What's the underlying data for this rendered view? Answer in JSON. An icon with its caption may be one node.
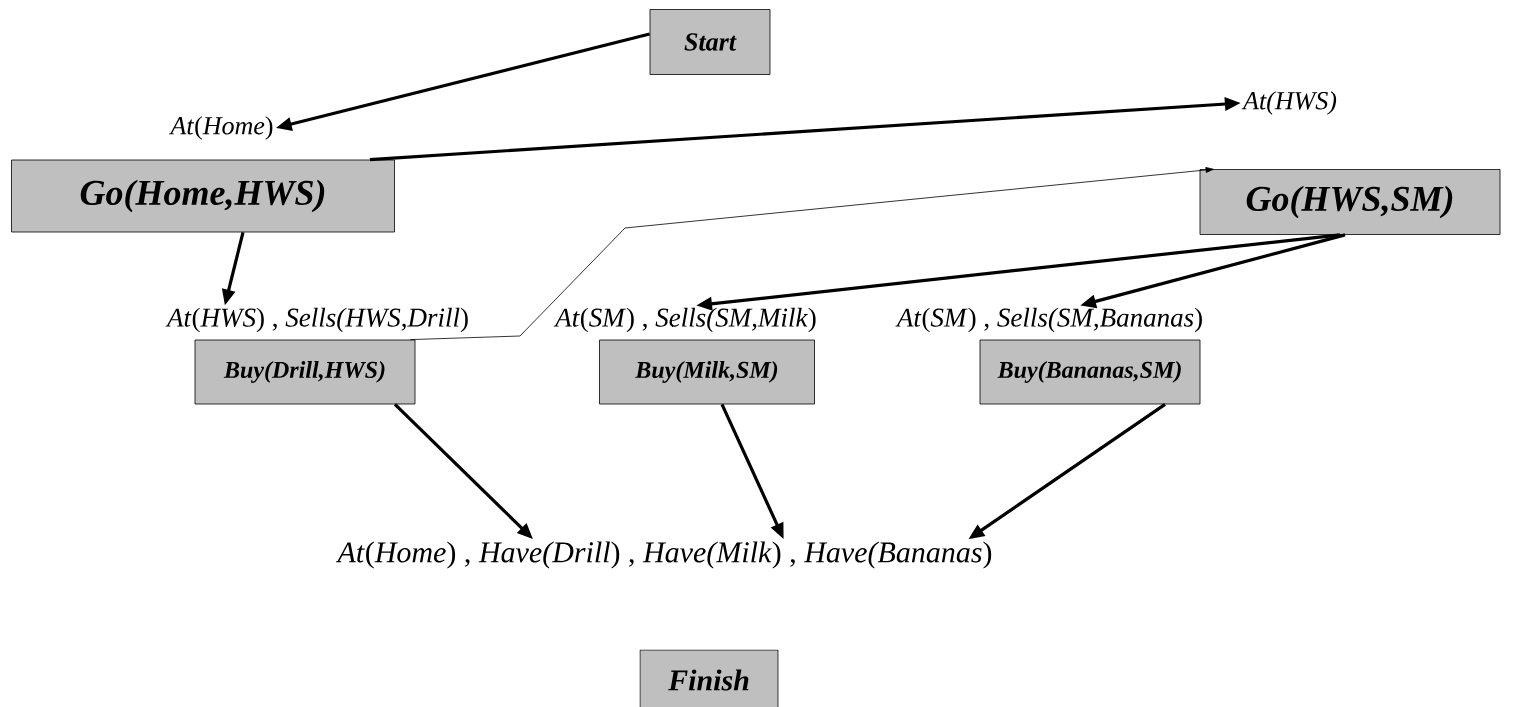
{
  "diagram": {
    "nodes": [
      {
        "text": [
          "Start"
        ]
      },
      {
        "text": [
          "*At*(*Home*)"
        ]
      },
      {
        "text": [
          "At(HWS)"
        ]
      },
      {
        "text": [
          "Go(Home,HWS)"
        ]
      },
      {
        "text": [
          "Go(HWS,SM)"
        ]
      },
      {
        "text": [
          "*At*(*HWS*) , *Sells(HWS,Drill*)"
        ]
      },
      {
        "text": [
          "*At*(*SM*) , *Sells(SM,Milk*)"
        ]
      },
      {
        "text": [
          "*At*(*SM*) , *Sells(SM,Bananas*)"
        ]
      },
      {
        "text": [
          "Buy(Drill,HWS)"
        ]
      },
      {
        "text": [
          "Buy(Milk,SM)"
        ]
      },
      {
        "text": [
          "Buy(Bananas,SM)"
        ]
      },
      {
        "text": [
          "*At*(*Home*) , *Have(Drill*) , *Have(Milk*) , *Have(Bananas*)"
        ]
      },
      {
        "text": [
          "Finish"
        ]
      }
    ],
    "edges": [
      {
        "from": 0,
        "to": 1,
        "arrow": "to"
      },
      {
        "from": 3,
        "to": 2,
        "arrow": "to"
      },
      {
        "from": 3,
        "to": 5,
        "arrow": "to"
      },
      {
        "from": 8,
        "to": 4,
        "arrow": "to"
      },
      {
        "from": 4,
        "to": 6,
        "arrow": "to"
      },
      {
        "from": 4,
        "to": 7,
        "arrow": "to"
      },
      {
        "from": 8,
        "to": 11,
        "arrow": "to"
      },
      {
        "from": 9,
        "to": 11,
        "arrow": "to"
      },
      {
        "from": 10,
        "to": 11,
        "arrow": "to"
      }
    ]
  }
}
